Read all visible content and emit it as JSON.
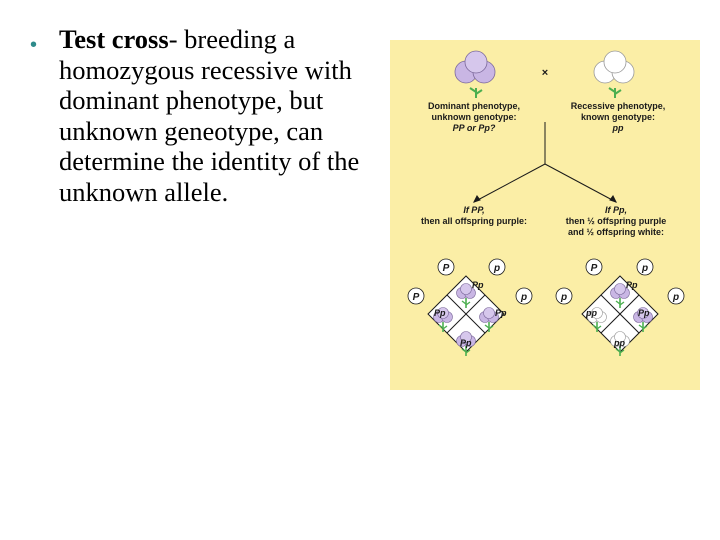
{
  "slide": {
    "bullet": {
      "term": "Test cross",
      "dash": "- ",
      "definition": " breeding a homozygous recessive with dominant phenotype, but unknown geneotype, can determine the identity of the unknown allele."
    }
  },
  "figure": {
    "cross_symbol": "×",
    "left_parent": {
      "line1": "Dominant phenotype,",
      "line2": "unknown genotype:",
      "line3": "PP or Pp?"
    },
    "right_parent": {
      "line1": "Recessive phenotype,",
      "line2": "known genotype:",
      "line3": "pp"
    },
    "left_outcome": {
      "line1": "If PP,",
      "line2": "then all offspring purple:"
    },
    "right_outcome": {
      "line1": "If Pp,",
      "line2": "then ½ offspring purple",
      "line3": "and ½ offspring white:"
    },
    "left_square": {
      "top_alleles": [
        "P",
        "p"
      ],
      "side_alleles": [
        "P",
        "p"
      ],
      "cells": [
        "Pp",
        "Pp",
        "Pp",
        "Pp"
      ]
    },
    "right_square": {
      "top_alleles": [
        "P",
        "p"
      ],
      "side_alleles": [
        "p",
        "p"
      ],
      "cells": [
        "Pp",
        "pp",
        "Pp",
        "pp"
      ]
    },
    "colors": {
      "background": "#fbeea6",
      "purple_flower": "#c9b6e4",
      "white_flower": "#ffffff",
      "stem": "#4caf50"
    }
  }
}
